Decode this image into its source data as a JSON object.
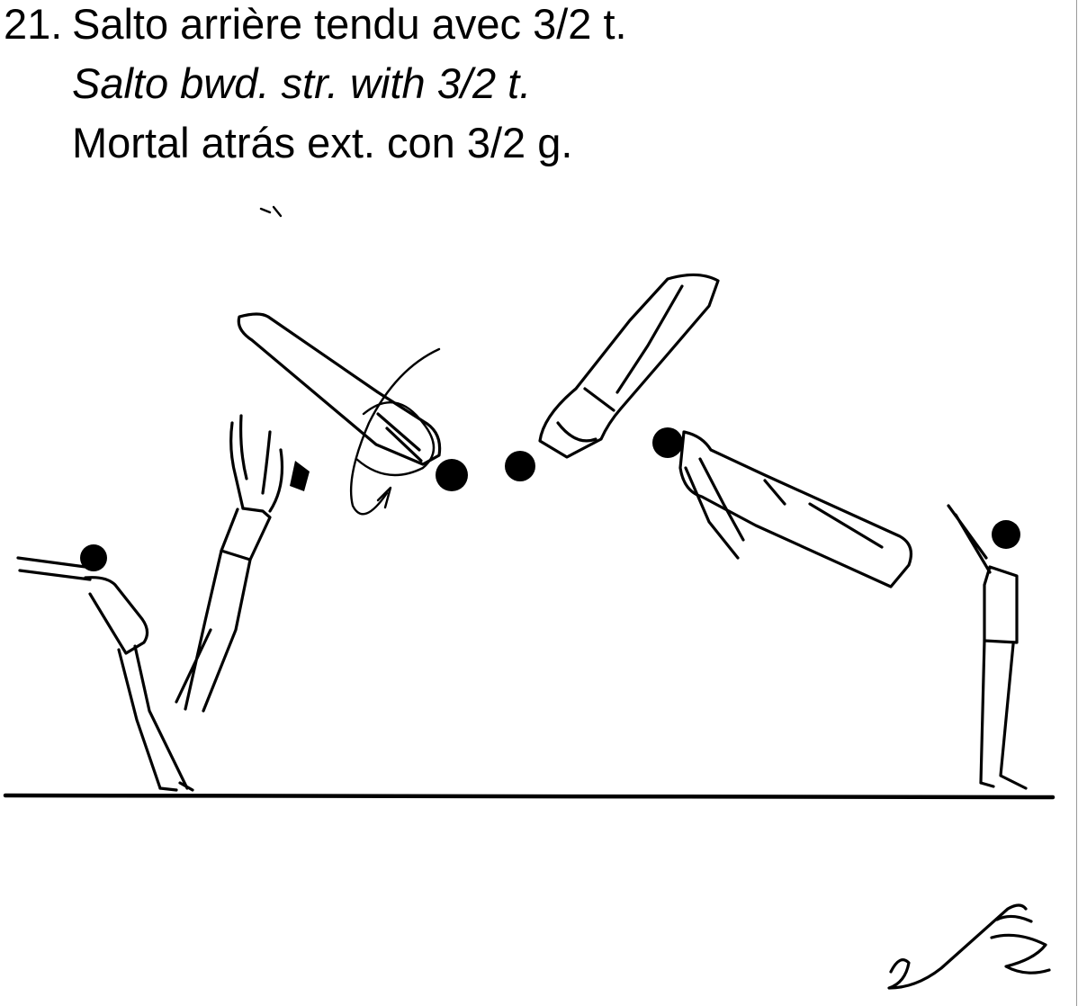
{
  "element": {
    "number": "21.",
    "name_fr": "Salto arrière tendu avec 3/2 t.",
    "name_en": "Salto bwd. str. with 3/2 t.",
    "name_es": "Mortal atrás ext. con 3/2 g."
  },
  "figures": [
    {
      "phase": "takeoff-arms-back"
    },
    {
      "phase": "jump-arms-up"
    },
    {
      "phase": "layout-rising-with-twist"
    },
    {
      "phase": "inverted-layout"
    },
    {
      "phase": "descending-layout"
    },
    {
      "phase": "landing-stand"
    }
  ],
  "icons": [
    "rotation-arrow-icon",
    "signature-symbol-icon"
  ]
}
